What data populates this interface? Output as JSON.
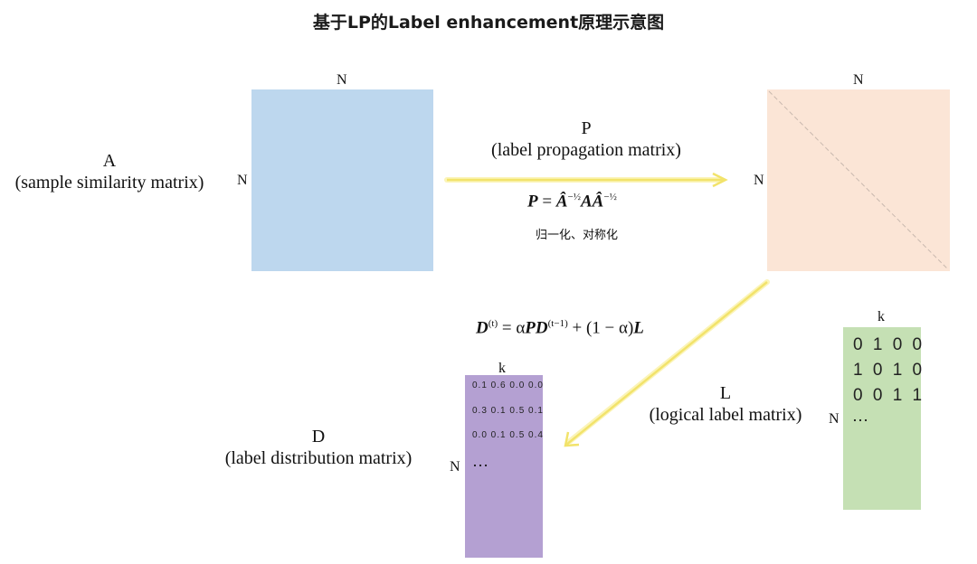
{
  "title": "基于LP的Label enhancement原理示意图",
  "matrix_A": {
    "name": "A",
    "desc": "(sample similarity matrix)",
    "top_label": "N",
    "side_label": "N",
    "color": "#bdd7ee"
  },
  "matrix_P": {
    "name": "P",
    "desc": "(label propagation matrix)",
    "top_label": "N",
    "side_label": "N",
    "color": "#fbe5d6"
  },
  "matrix_D": {
    "name": "D",
    "desc": "(label distribution matrix)",
    "top_label": "k",
    "side_label": "N",
    "rows": [
      "0.1 0.6 0.0 0.0",
      "0.3 0.1 0.5 0.1",
      "0.0 0.1 0.5 0.4"
    ],
    "ellipsis": "…",
    "color": "#b4a0d2"
  },
  "matrix_L": {
    "name": "L",
    "desc": "(logical label matrix)",
    "top_label": "k",
    "side_label": "N",
    "rows": [
      "0 1 0 0",
      "1 0 1 0",
      "0 0 1 1"
    ],
    "ellipsis": "…",
    "color": "#c5e0b4"
  },
  "formula_P": {
    "lhs": "P",
    "eq": " = ",
    "a1": "Â",
    "exp1": "−½",
    "a2": "A",
    "a3": "Â",
    "exp2": "−½"
  },
  "normalization_note": "归一化、对称化",
  "formula_D": {
    "lhs": "D",
    "lhs_sup": "(t)",
    "eq": " = α",
    "p": "P",
    "d": "D",
    "d_sup": "(t−1)",
    "mid": " + (1 − α)",
    "l": "L"
  },
  "colors": {
    "arrow": "#f2e36b",
    "arrow_glow": "#fbf4b8",
    "diagonal": "#c8b8ae"
  }
}
